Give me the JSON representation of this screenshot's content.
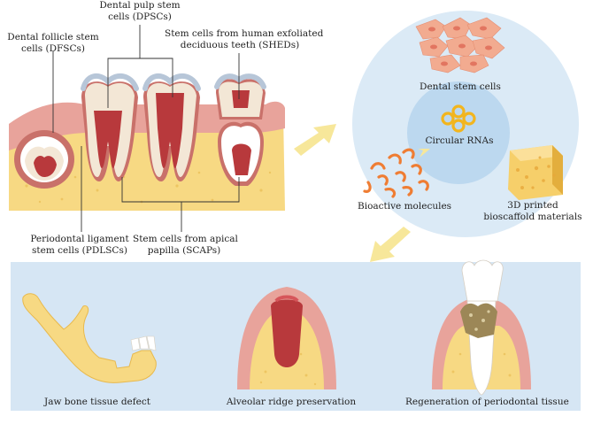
{
  "top_labels": {
    "dfsc_line1": "Dental follicle stem",
    "dfsc_line2": "cells (DFSCs)",
    "dpsc_line1": "Dental pulp stem",
    "dpsc_line2": "cells (DPSCs)",
    "shed_line1": "Stem cells from human exfoliated",
    "shed_line2": "deciduous teeth (SHEDs)",
    "pdlsc_line1": "Periodontal ligament",
    "pdlsc_line2": "stem cells (PDLSCs)",
    "scap_line1": "Stem cells from apical",
    "scap_line2": "papilla (SCAPs)"
  },
  "circle_labels": {
    "dental_stem_cells": "Dental stem cells",
    "circular_rnas": "Circular RNAs",
    "bioactive_molecules": "Bioactive molecules",
    "scaffold_line1": "3D printed",
    "scaffold_line2": "bioscaffold materials"
  },
  "bottom_labels": {
    "jaw": "Jaw bone tissue defect",
    "alveolar": "Alveolar ridge preservation",
    "periodontal": "Regeneration of periodontal tissue"
  },
  "colors": {
    "gum": "#e8a39b",
    "gum_dark": "#c9716a",
    "bone": "#f7d983",
    "enamel": "#f3e7d6",
    "pulp": "#b8393c",
    "circle_outer": "#dbeaf6",
    "circle_inner": "#bcd8ef",
    "panel": "#d6e6f4",
    "arrow": "#f7e79a",
    "rna": "#f2b51e",
    "molecule": "#ef7d33"
  }
}
